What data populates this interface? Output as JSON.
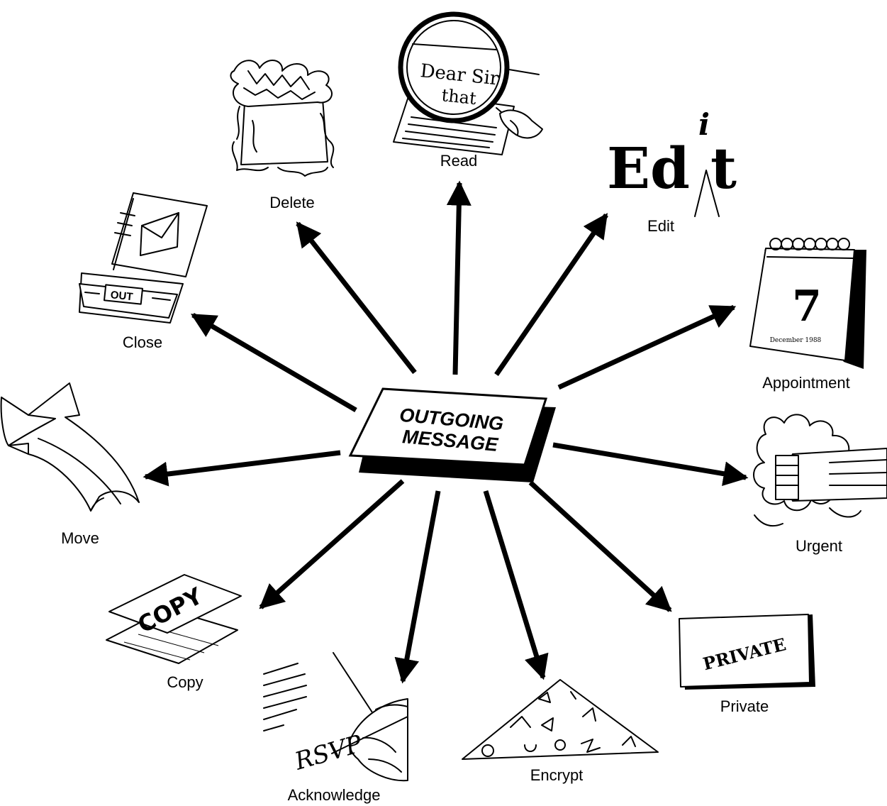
{
  "center": {
    "line1": "OUTGOING",
    "line2": "MESSAGE"
  },
  "options": {
    "read": "Read",
    "delete": "Delete",
    "edit": "Edit",
    "close": "Close",
    "appointment": "Appointment",
    "move": "Move",
    "urgent": "Urgent",
    "copy": "Copy",
    "private": "Private",
    "acknowledge": "Acknowledge",
    "encrypt": "Encrypt"
  },
  "art": {
    "magnifier_line1": "Dear Sir",
    "magnifier_line2": "that",
    "edit_word_left": "Ed",
    "edit_word_caret": "i",
    "edit_word_right": "t",
    "calendar_day": "7",
    "calendar_caption": "December 1988",
    "tray_label": "OUT",
    "copy_stamp": "COPY",
    "private_stamp": "PRIVATE",
    "signature": "RSVP"
  }
}
